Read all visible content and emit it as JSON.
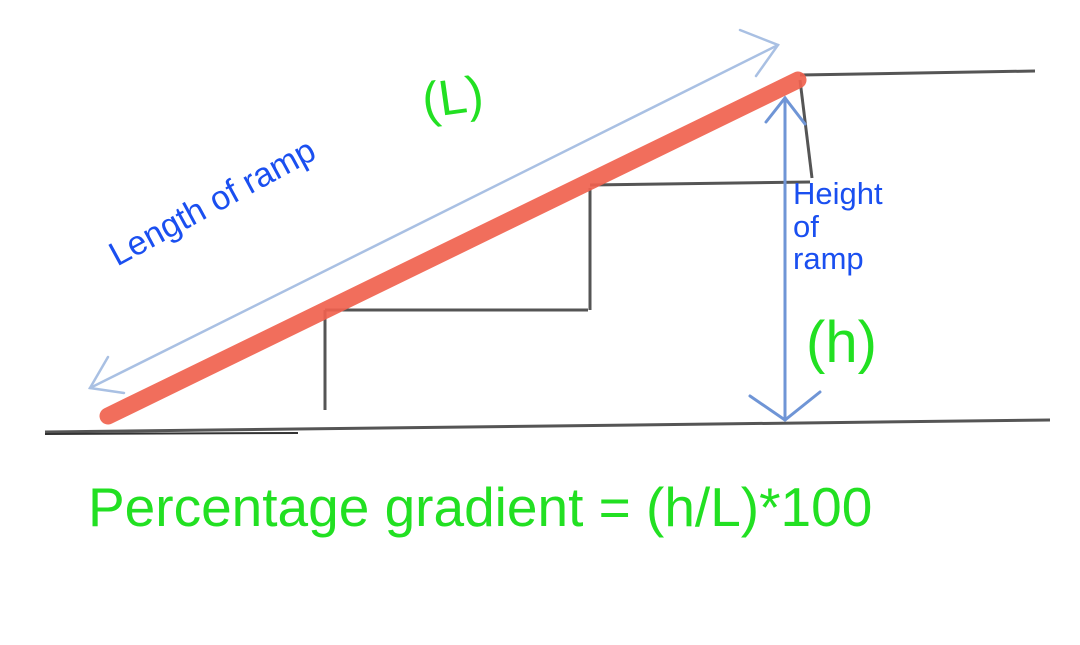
{
  "labels": {
    "length_of_ramp": "Length of ramp",
    "length_symbol": "(L)",
    "height_lines": [
      "Height",
      "of",
      "ramp"
    ],
    "height_symbol": "(h)"
  },
  "formula": "Percentage gradient = (h/L)*100",
  "colors": {
    "ramp": "#f0624f",
    "dimension_arrows": "#a9c0e3",
    "height_arrow": "#6f95d6",
    "text_blue": "#1a4ff0",
    "text_green": "#22e022",
    "lines": "#555555"
  }
}
